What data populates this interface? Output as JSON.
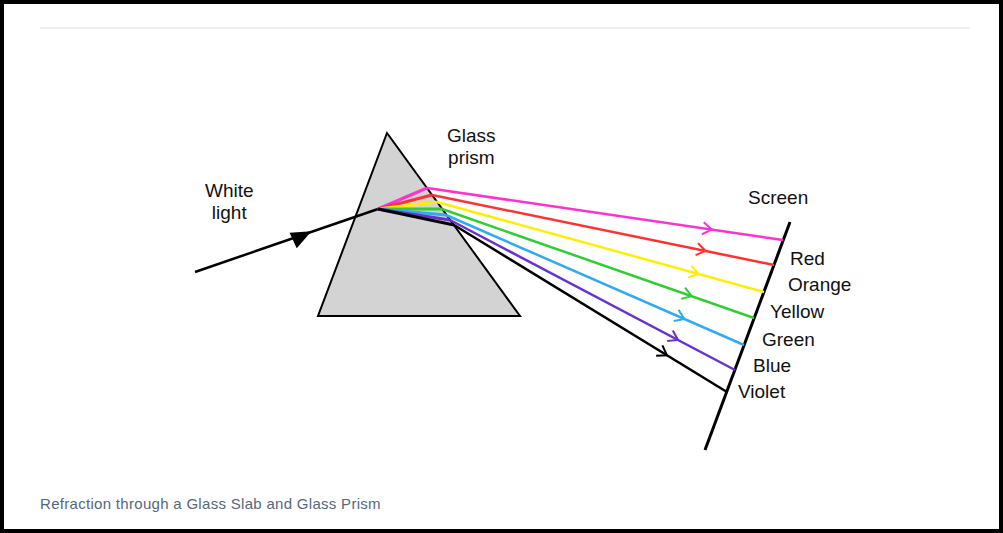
{
  "diagram": {
    "caption": "Refraction through a Glass Slab and Glass Prism",
    "labels": [
      "White light",
      "Glass prism",
      "Screen",
      "Red",
      "Orange",
      "Yellow",
      "Green",
      "Blue",
      "Violet"
    ]
  }
}
